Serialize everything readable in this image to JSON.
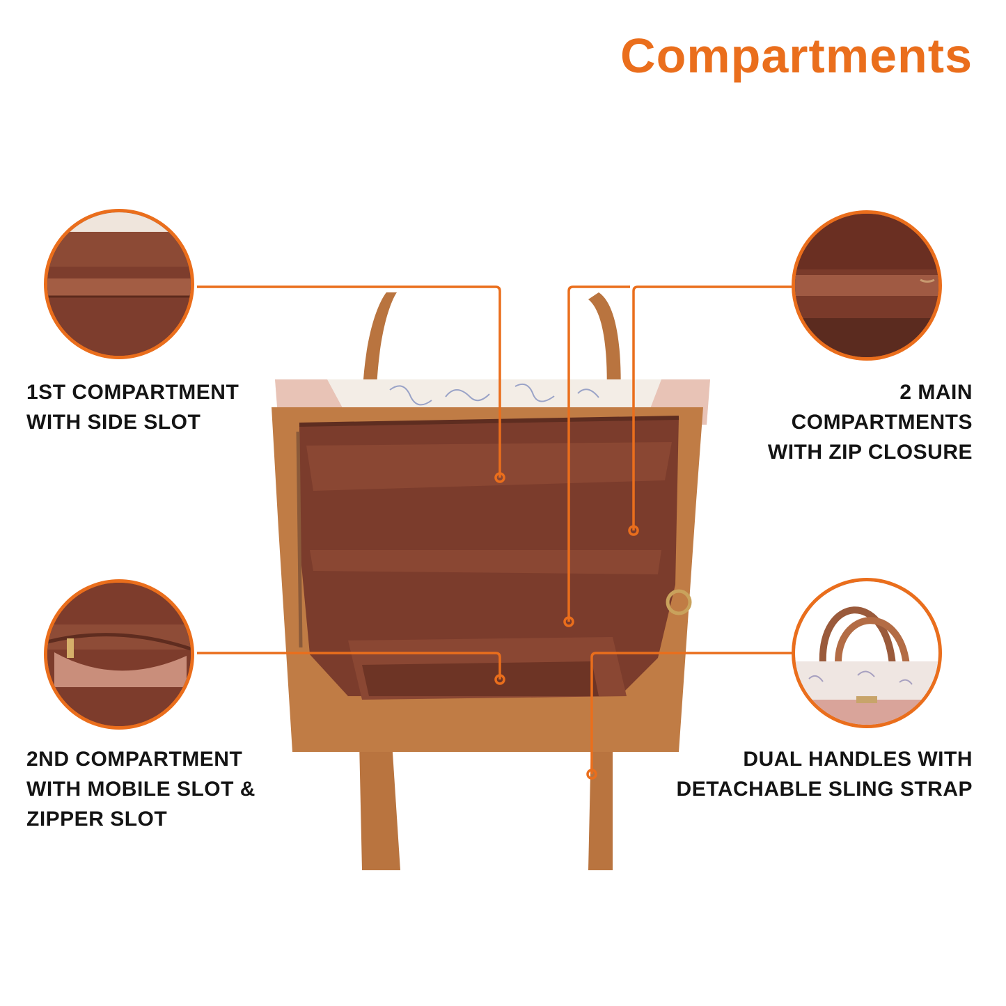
{
  "title": "Compartments",
  "colors": {
    "accent": "#ea6e1c",
    "text": "#141414",
    "lining": "#7b3c2c",
    "leather": "#b9743f"
  },
  "callouts": [
    {
      "lines": [
        "1ST COMPARTMENT",
        "WITH SIDE SLOT"
      ],
      "zoom": "side-slot-zoom"
    },
    {
      "lines": [
        "2 MAIN",
        "COMPARTMENTS",
        "WITH ZIP CLOSURE"
      ],
      "zoom": "main-compartment-zoom"
    },
    {
      "lines": [
        "2ND COMPARTMENT",
        "WITH MOBILE SLOT &",
        "ZIPPER SLOT"
      ],
      "zoom": "zipper-pocket-zoom"
    },
    {
      "lines": [
        "DUAL HANDLES WITH",
        "DETACHABLE SLING STRAP"
      ],
      "zoom": "handles-zoom"
    }
  ]
}
